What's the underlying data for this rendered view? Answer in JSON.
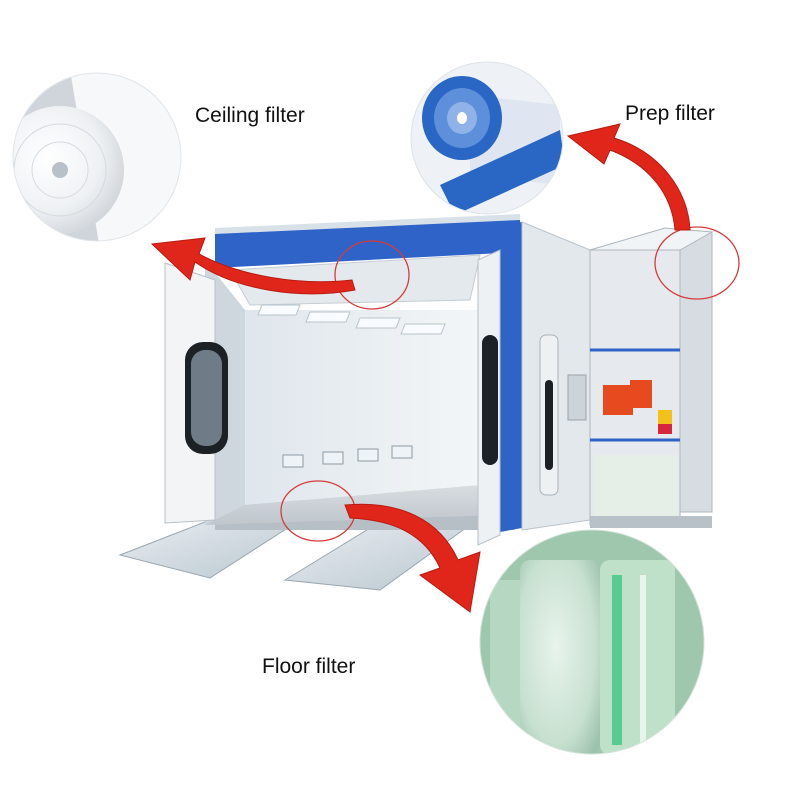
{
  "labels": {
    "ceiling": "Ceiling filter",
    "prep": "Prep filter",
    "floor": "Floor filter"
  },
  "colors": {
    "arrow": "#e0261b",
    "booth_blue": "#2f63c8",
    "panel": "#e6eaee",
    "callout_ring": "#d63a3a",
    "ceiling_roll": "#f3f5f8",
    "prep_roll_blue": "#2a66c4",
    "floor_roll": "#cfe6d8"
  },
  "icons": [
    "ceiling-filter-roll-icon",
    "prep-filter-roll-icon",
    "floor-filter-roll-icon",
    "spray-booth-icon"
  ]
}
